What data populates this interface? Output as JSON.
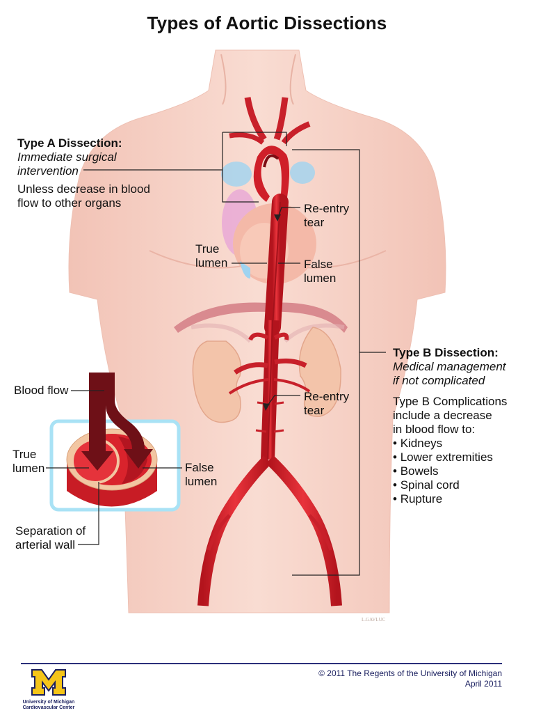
{
  "title": "Types of Aortic Dissections",
  "type_a": {
    "heading": "Type A Dissection:",
    "line1": "Immediate surgical",
    "line2": "intervention",
    "note1": "Unless decrease in blood",
    "note2": "flow to other organs"
  },
  "labels": {
    "reentry_upper_1": "Re-entry",
    "reentry_upper_2": "tear",
    "true_lumen_1": "True",
    "true_lumen_2": "lumen",
    "false_lumen_1": "False",
    "false_lumen_2": "lumen",
    "reentry_lower_1": "Re-entry",
    "reentry_lower_2": "tear",
    "blood_flow": "Blood flow",
    "inset_true_1": "True",
    "inset_true_2": "lumen",
    "inset_false_1": "False",
    "inset_false_2": "lumen",
    "separation_1": "Separation of",
    "separation_2": "arterial wall"
  },
  "type_b": {
    "heading": "Type B Dissection:",
    "line1": "Medical management",
    "line2": "if not complicated",
    "comp1": "Type B Complications",
    "comp2": "include a decrease",
    "comp3": "in blood flow to:",
    "items": [
      "Kidneys",
      "Lower extremities",
      "Bowels",
      "Spinal cord",
      "Rupture"
    ]
  },
  "artist": "L.GAVLUC",
  "footer": {
    "copyright": "© 2011  The Regents of the University of Michigan",
    "date": "April 2011",
    "logo_letter": "M",
    "logo_line1": "University of Michigan",
    "logo_line2": "Cardiovascular Center"
  },
  "colors": {
    "skin": "#f6cfc4",
    "artery": "#d9202a",
    "artery_dark": "#a3121b",
    "flow_arrow": "#6e1017",
    "inset_border": "#a9e2f5",
    "logo_maize": "#f5c518",
    "logo_blue": "#1b2060"
  }
}
